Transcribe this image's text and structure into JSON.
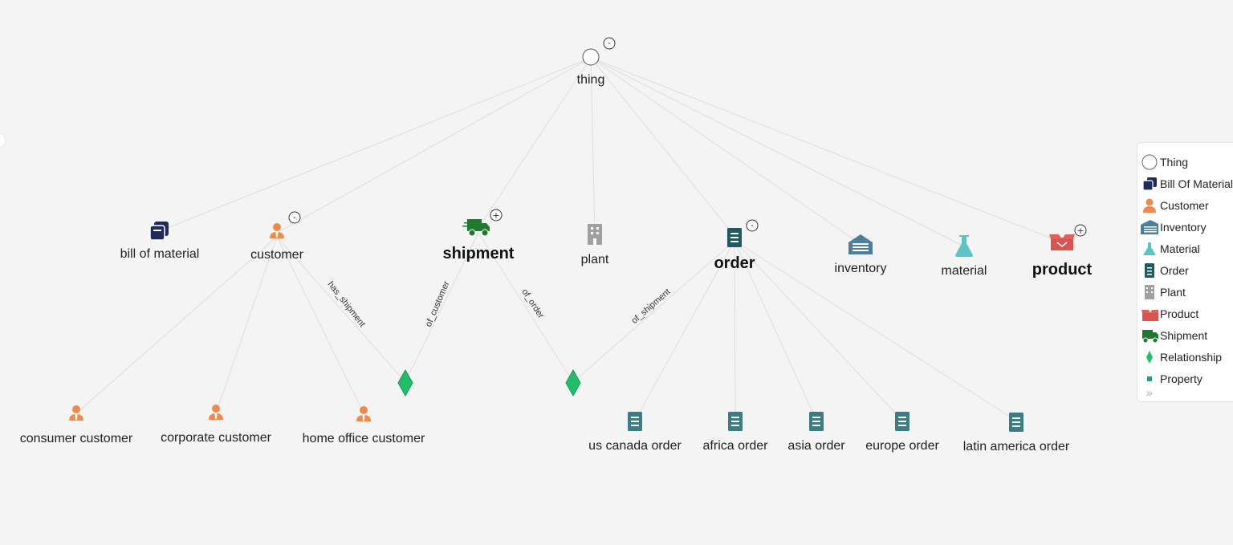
{
  "graph": {
    "nodes": {
      "thing": "thing",
      "bill_of_material": "bill of material",
      "customer": "customer",
      "shipment": "shipment",
      "plant": "plant",
      "order": "order",
      "inventory": "inventory",
      "material": "material",
      "product": "product",
      "consumer_customer": "consumer customer",
      "corporate_customer": "corporate customer",
      "home_office_customer": "home office customer",
      "us_canada_order": "us canada order",
      "africa_order": "africa order",
      "asia_order": "asia order",
      "europe_order": "europe order",
      "latin_america_order": "latin america order"
    },
    "edges": {
      "has_shipment": "has_shipment",
      "of_customer": "of_customer",
      "of_order": "of_order",
      "of_shipment": "of_shipment"
    },
    "toggles": {
      "collapse": "-",
      "expand": "+"
    }
  },
  "legend": {
    "items": [
      {
        "label": "Thing",
        "icon": "thing-circle-icon"
      },
      {
        "label": "Bill Of Material",
        "icon": "bill-of-material-icon",
        "color": "#1f2b5c"
      },
      {
        "label": "Customer",
        "icon": "customer-icon",
        "color": "#f08a4b"
      },
      {
        "label": "Inventory",
        "icon": "inventory-icon",
        "color": "#4a7fa0"
      },
      {
        "label": "Material",
        "icon": "material-flask-icon",
        "color": "#5bc4c4"
      },
      {
        "label": "Order",
        "icon": "order-icon",
        "color": "#1f5a60"
      },
      {
        "label": "Plant",
        "icon": "plant-building-icon",
        "color": "#a0a0a0"
      },
      {
        "label": "Product",
        "icon": "product-box-icon",
        "color": "#d9534f"
      },
      {
        "label": "Shipment",
        "icon": "shipment-truck-icon",
        "color": "#1e7a2e"
      },
      {
        "label": "Relationship",
        "icon": "relationship-diamond-icon",
        "color": "#1fbf6a"
      },
      {
        "label": "Property",
        "icon": "property-square-icon",
        "color": "#2a9a8a"
      }
    ],
    "more": "»"
  }
}
